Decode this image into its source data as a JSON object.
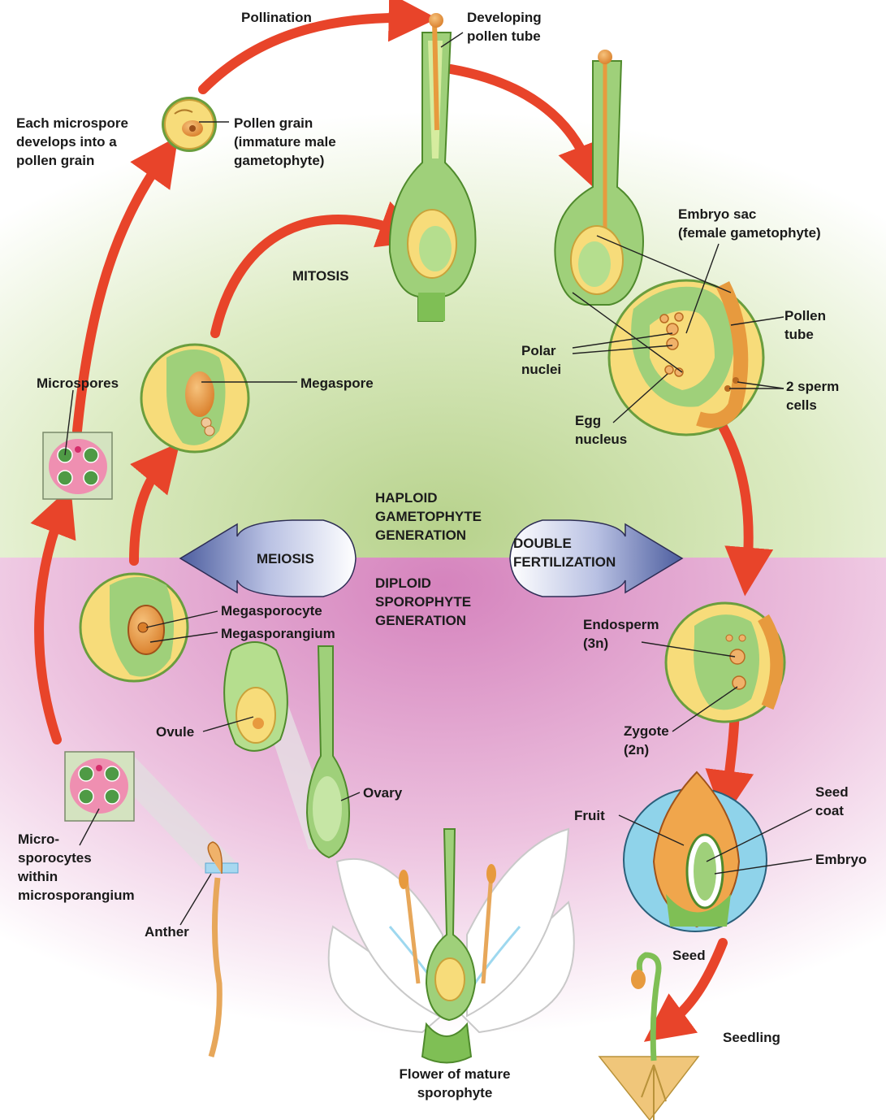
{
  "labels": {
    "pollination": "Pollination",
    "developing_pollen_tube": "Developing\npollen tube",
    "each_microspore": "Each microspore\ndevelops into a\npollen grain",
    "pollen_grain": "Pollen grain\n(immature male\ngametophyte)",
    "mitosis": "MITOSIS",
    "embryo_sac": "Embryo sac\n(female gametophyte)",
    "pollen_tube": "Pollen\ntube",
    "polar_nuclei": "Polar\nnuclei",
    "two_sperm_cells": "2 sperm\ncells",
    "egg_nucleus": "Egg\nnucleus",
    "microspores": "Microspores",
    "megaspore": "Megaspore",
    "haploid_generation": "HAPLOID\nGAMETOPHYTE\nGENERATION",
    "meiosis": "MEIOSIS",
    "double_fertilization": "DOUBLE\nFERTILIZATION",
    "diploid_generation": "DIPLOID\nSPOROPHYTE\nGENERATION",
    "megasporocyte": "Megasporocyte",
    "megasporangium": "Megasporangium",
    "endosperm": "Endosperm\n(3n)",
    "ovule": "Ovule",
    "zygote": "Zygote\n(2n)",
    "ovary": "Ovary",
    "fruit": "Fruit",
    "seed_coat": "Seed\ncoat",
    "embryo": "Embryo",
    "microsporocytes": "Micro-\nsporocytes\nwithin\nmicrosporangium",
    "anther": "Anther",
    "seed": "Seed",
    "seedling": "Seedling",
    "flower": "Flower of mature\nsporophyte"
  },
  "colors": {
    "haploid_bg": "#c9dfa3",
    "diploid_bg": "#d98fc3",
    "arrow_red": "#e8442a",
    "meiosis_arrow": "#5a6aa8",
    "tissue_green": "#8fc96b",
    "tissue_yellow": "#f7dc7a",
    "tissue_orange": "#e79a3e",
    "seed_sky": "#8fd3ea"
  }
}
